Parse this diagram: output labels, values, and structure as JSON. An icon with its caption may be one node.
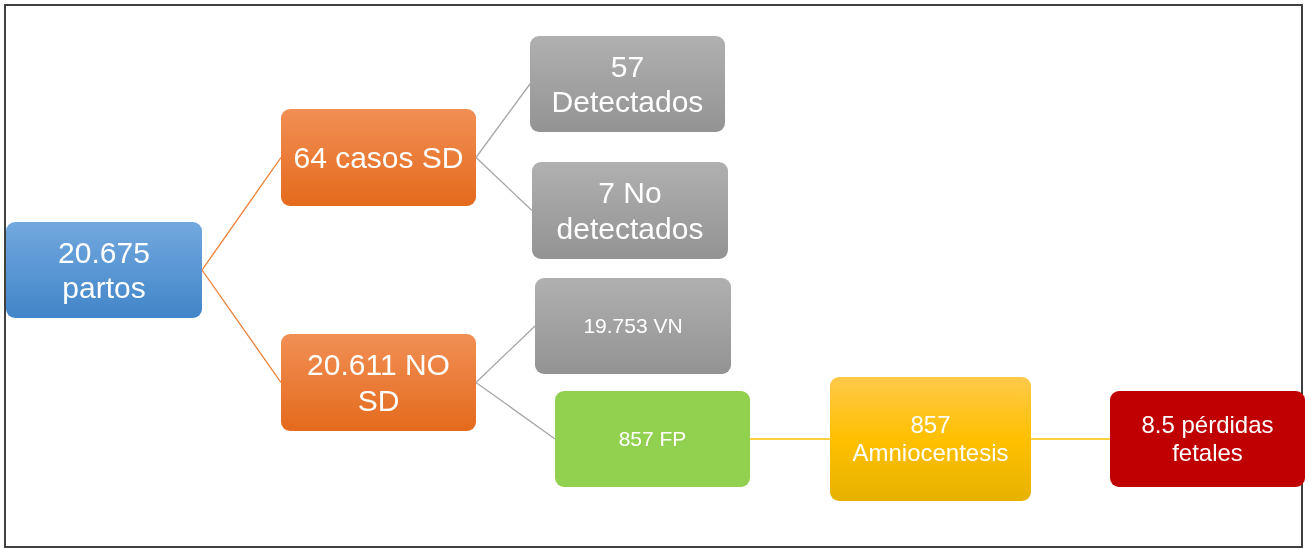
{
  "diagram": {
    "nodes": [
      {
        "text": [
          "20.675 partos"
        ]
      },
      {
        "text": [
          "64 casos SD"
        ]
      },
      {
        "text": [
          "20.611 NO SD"
        ]
      },
      {
        "text": [
          "57 Detectados"
        ]
      },
      {
        "text": [
          "7 No detectados"
        ]
      },
      {
        "text": [
          "19.753 VN"
        ]
      },
      {
        "text": [
          "857 FP"
        ]
      },
      {
        "text": [
          "857 Amniocentesis"
        ]
      },
      {
        "text": [
          "8.5 pérdidas fetales"
        ]
      }
    ],
    "edges": [
      {
        "from": 0,
        "to": 1,
        "arrow": "none",
        "color": "#ed7d31"
      },
      {
        "from": 0,
        "to": 2,
        "arrow": "none",
        "color": "#ed7d31"
      },
      {
        "from": 1,
        "to": 3,
        "arrow": "none"
      },
      {
        "from": 1,
        "to": 4,
        "arrow": "none"
      },
      {
        "from": 2,
        "to": 5,
        "arrow": "none"
      },
      {
        "from": 2,
        "to": 6,
        "arrow": "none"
      },
      {
        "from": 6,
        "to": 7,
        "arrow": "none",
        "color": "#ffc000"
      },
      {
        "from": 7,
        "to": 8,
        "arrow": "none",
        "color": "#ffc000"
      }
    ]
  }
}
